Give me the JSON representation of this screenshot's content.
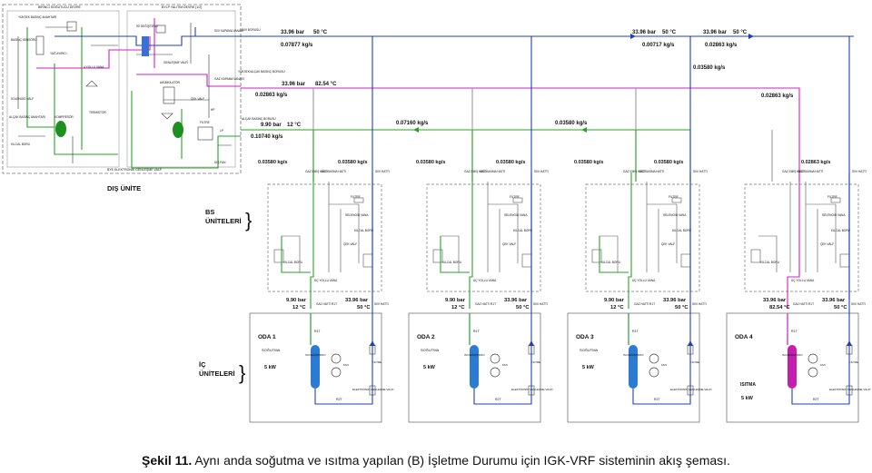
{
  "outdoor": {
    "label": "DIŞ ÜNİTE",
    "box_top_left": "BİRİNCİ SOĞUTUCU DEVRE",
    "box_top_right": "BYLP YALITIM DEVRE (1/2)",
    "box_bottom": "BYE ELEKTRONİK GENLEŞME VALF",
    "small_labels": [
      "BASINÇ SENSÖRÜ",
      "YAĞ AYIRICI",
      "4 YOLLU VANA",
      "SOLENOİD VALF",
      "KOMPRESÖR",
      "ALÇAK BASINÇ ANAHTARI",
      "TERMİSTÖR",
      "AKÜMÜLATÖR",
      "FİLTRE",
      "KILCAL BORU",
      "GENLEŞME VALFİ",
      "SIVI KAPAMA VANASI",
      "GAZ KAPAMA VANASI",
      "DIŞ FAN",
      "ISI DEĞİŞTİRİCİ",
      "YÜKSEK BASINÇ ANAHTARI",
      "ÇEK VALF",
      "HP",
      "LP"
    ]
  },
  "lines": {
    "l1": {
      "pressure": "33.96 bar",
      "temp": "50 °C",
      "flow": "0.07877 kg/s"
    },
    "l2": {
      "pressure": "33.96 bar",
      "temp": "82.54 °C",
      "flow": "0.02863 kg/s"
    },
    "l3": {
      "pressure": "9.90 bar",
      "temp": "12 °C",
      "flow": "0.10740 kg/s"
    },
    "top_right_a": {
      "pressure": "33.96 bar",
      "temp": "50 °C",
      "flow": "0.00717 kg/s"
    },
    "top_right_b": {
      "pressure": "33.96 bar",
      "temp": "50 °C",
      "flow": "0.02863 kg/s"
    },
    "flow_right": "0.03580 kg/s",
    "flow_pink_right": "0.02863 kg/s",
    "flow_mid1": "0.07160 kg/s",
    "flow_mid2": "0.03580 kg/s",
    "branch_flow": "0.03580 kg/s",
    "pink_branch_flow": "0.02863 kg/s",
    "line_names": [
      "YÜKSEK/ALÇAK BASINÇ BORUSU",
      "SIVI BORUSU",
      "ALÇAK BASINÇ BORUSU"
    ]
  },
  "bs": {
    "label": "BS\nÜNİTELERİ",
    "label_l1": "BS",
    "label_l2": "ÜNİTELERİ",
    "gas_suction": "GAZ EMİŞ HATTI",
    "gas_pressure": "GAZ BASMA HATTI",
    "liquid": "SIVI HATTI",
    "filter": "FİLTRE",
    "solenoid": "SELENOİD VANA",
    "capillary": "KILCAL BORU",
    "check_valve": "ÇEK VALF",
    "three_way": "ÜÇ YOLLU VANA",
    "gas_line": "GAZ HATTI",
    "r1t": "R1T"
  },
  "units": [
    {
      "name": "ODA 1",
      "mode": "SOĞUTMA",
      "power": "5 kW",
      "in_p": "9.90 bar",
      "in_t": "12 °C",
      "out_p": "33.96 bar",
      "out_t": "50 °C",
      "coil_color": "#2a7bd1"
    },
    {
      "name": "ODA 2",
      "mode": "SOĞUTMA",
      "power": "5 kW",
      "in_p": "9.90 bar",
      "in_t": "12 °C",
      "out_p": "33.96 bar",
      "out_t": "50 °C",
      "coil_color": "#2a7bd1"
    },
    {
      "name": "ODA 3",
      "mode": "SOĞUTMA",
      "power": "5 kW",
      "in_p": "9.90 bar",
      "in_t": "12 °C",
      "out_p": "33.96 bar",
      "out_t": "50 °C",
      "coil_color": "#2a7bd1"
    },
    {
      "name": "ODA 4",
      "mode": "ISITMA",
      "power": "5 kW",
      "in_p": "33.96 bar",
      "in_t": "82.54 °C",
      "out_p": "33.96 bar",
      "out_t": "50 °C",
      "coil_color": "#c21fae"
    }
  ],
  "indoor": {
    "label_l1": "İÇ",
    "label_l2": "ÜNİTELERİ",
    "hx": "ISI DEĞİŞTİRİCİ",
    "fan": "FAN",
    "exv": "ELEKTRONİK GENLEŞME VALFİ",
    "filter": "FİLTRE",
    "r2t": "R2T",
    "r1t": "R1T",
    "gas": "GAZ HATTI",
    "liquid": "SIVI HATTI"
  },
  "caption": {
    "bold": "Şekil 11.",
    "text": " Aynı anda soğutma ve ısıtma yapılan (B) İşletme Durumu için IGK-VRF sisteminin akış şeması."
  },
  "colors": {
    "liquid": "#1f3fbf",
    "suction": "#2aa12a",
    "discharge": "#d21fc7",
    "grey": "#888888"
  }
}
